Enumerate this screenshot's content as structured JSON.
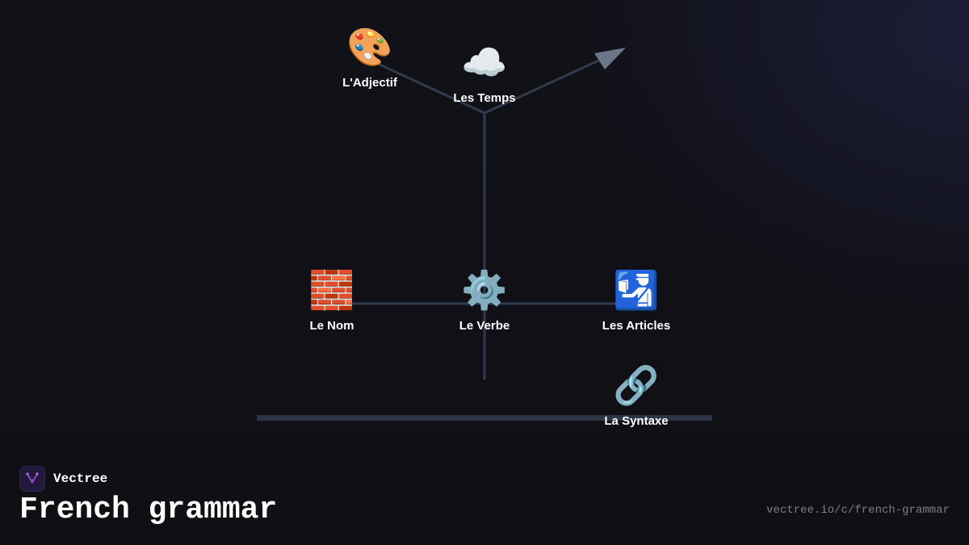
{
  "diagram": {
    "nodes": [
      {
        "id": "adjectif",
        "emoji": "🎨",
        "label": "L'Adjectif"
      },
      {
        "id": "temps",
        "emoji": "☁️",
        "label": "Les Temps"
      },
      {
        "id": "nom",
        "emoji": "🧱",
        "label": "Le Nom"
      },
      {
        "id": "verbe",
        "emoji": "⚙️",
        "label": "Le Verbe"
      },
      {
        "id": "articles",
        "emoji": "🛂",
        "label": "Les Articles"
      },
      {
        "id": "syntaxe",
        "emoji": "🔗",
        "label": "La Syntaxe"
      }
    ],
    "colors": {
      "edge": "#323b4e",
      "arrow": "#6b7689",
      "ground": "#2c3446"
    }
  },
  "brand": {
    "name": "Vectree"
  },
  "page": {
    "title": "French grammar",
    "url": "vectree.io/c/french-grammar"
  }
}
